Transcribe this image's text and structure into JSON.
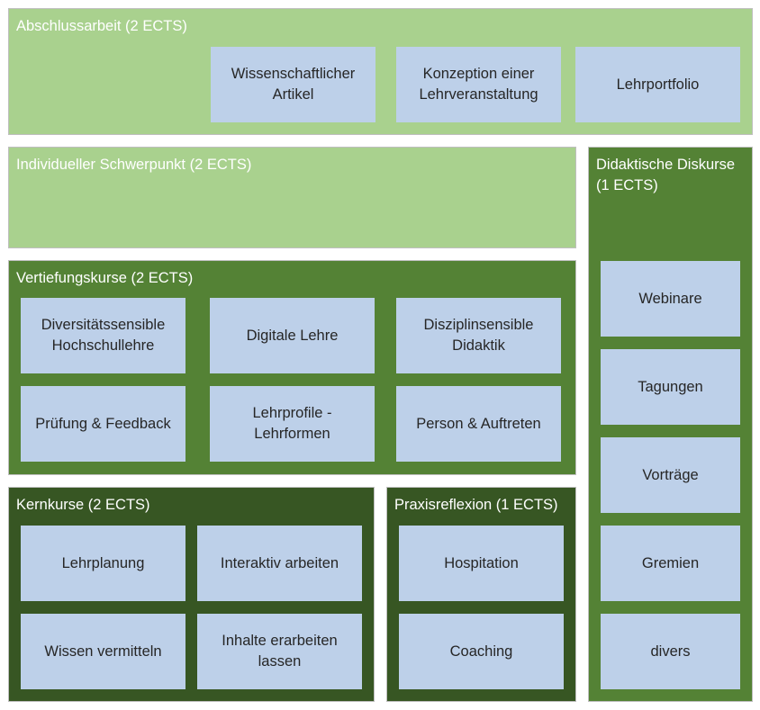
{
  "diagram": {
    "colors": {
      "light_green": "#a9d18e",
      "medium_green": "#548235",
      "dark_green": "#375623",
      "item_blue": "#bdd0e9",
      "title_text": "#ffffff",
      "item_text": "#262626"
    },
    "abschlussarbeit": {
      "title": "Abschlussarbeit (2 ECTS)",
      "items": [
        "Wissenschaftlicher Artikel",
        "Konzeption einer Lehrveranstaltung",
        "Lehrportfolio"
      ]
    },
    "individueller_schwerpunkt": {
      "title": "Individueller Schwerpunkt (2 ECTS)"
    },
    "didaktische_diskurse": {
      "title": "Didaktische Diskurse (1 ECTS)",
      "items": [
        "Webinare",
        "Tagungen",
        "Vorträge",
        "Gremien",
        "divers"
      ]
    },
    "vertiefungskurse": {
      "title": "Vertiefungskurse (2 ECTS)",
      "items": [
        "Diversitätssensible Hochschullehre",
        "Digitale Lehre",
        "Disziplinsensible Didaktik",
        "Prüfung & Feedback",
        "Lehrprofile - Lehrformen",
        "Person & Auftreten"
      ]
    },
    "kernkurse": {
      "title": "Kernkurse (2 ECTS)",
      "items": [
        "Lehrplanung",
        "Interaktiv arbeiten",
        "Wissen vermitteln",
        "Inhalte erarbeiten lassen"
      ]
    },
    "praxisreflexion": {
      "title": "Praxisreflexion (1 ECTS)",
      "items": [
        "Hospitation",
        "Coaching"
      ]
    }
  }
}
